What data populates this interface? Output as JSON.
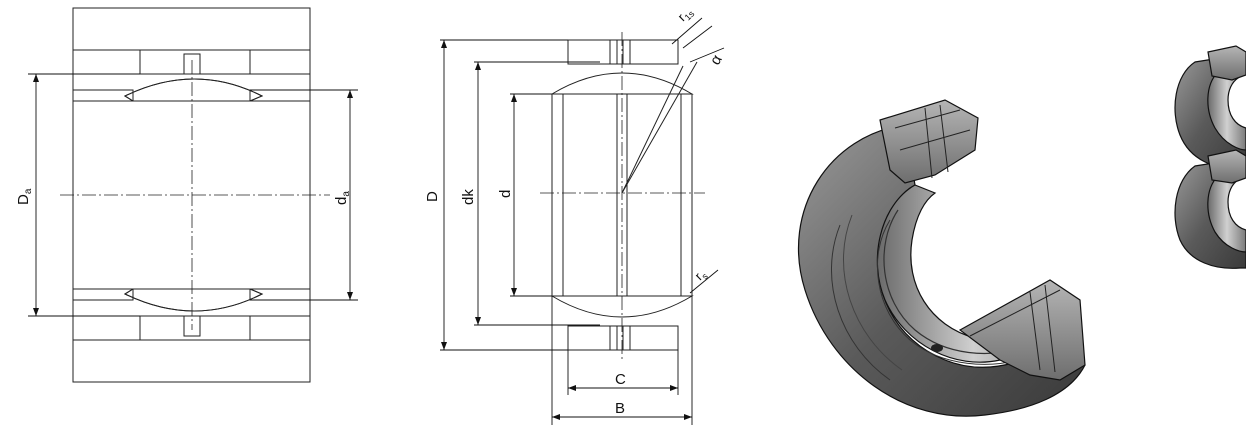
{
  "left_section": {
    "label_Da_main": "D",
    "label_Da_sub": "a",
    "label_da_main": "d",
    "label_da_sub": "a"
  },
  "middle_section": {
    "label_D": "D",
    "label_dk": "dk",
    "label_d": "d",
    "label_C": "C",
    "label_B": "B",
    "label_r1s_main": "r",
    "label_r1s_sub": "1s",
    "label_rs_main": "r",
    "label_rs_sub": "s",
    "label_alpha": "α"
  },
  "colors": {
    "line": "#111111",
    "hatch": "#333333",
    "metal_dark": "#4a4a4a",
    "metal_mid": "#7a7a7a",
    "metal_light": "#bdbdbd"
  }
}
